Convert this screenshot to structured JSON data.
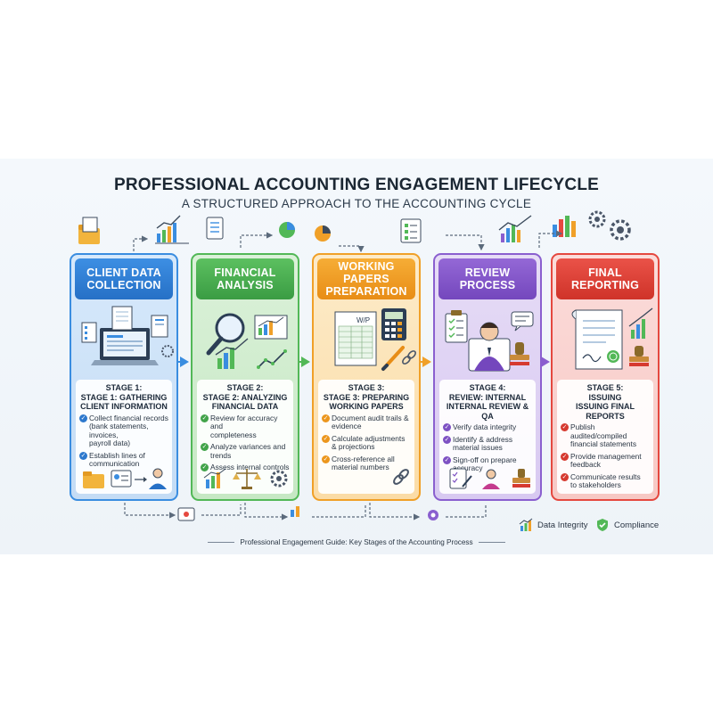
{
  "header": {
    "title": "PROFESSIONAL ACCOUNTING ENGAGEMENT LIFECYCLE",
    "subtitle": "A STRUCTURED APPROACH TO THE ACCOUNTING CYCLE"
  },
  "stages": [
    {
      "heading": "CLIENT DATA\nCOLLECTION",
      "stage_title": "STAGE 1:\nSTAGE 1: GATHERING\nCLIENT INFORMATION",
      "bullets": [
        "Collect financial records\n(bank statements, invoices,\npayroll data)",
        "Establish lines of\ncommunication"
      ]
    },
    {
      "heading": "FINANCIAL\nANALYSIS",
      "stage_title": "STAGE 2:\nSTAGE 2: ANALYZING\nFINANCIAL DATA",
      "bullets": [
        "Review for accuracy and\ncompleteness",
        "Analyze variances and\ntrends",
        "Assess internal controls"
      ]
    },
    {
      "heading": "WORKING PAPERS\nPREPARATION",
      "stage_title": "STAGE 3:\nSTAGE 3: PREPARING\nWORKING PAPERS",
      "bullets": [
        "Document audit trails &\nevidence",
        "Calculate adjustments\n& projections",
        "Cross-reference all\nmaterial numbers"
      ]
    },
    {
      "heading": "REVIEW\nPROCESS",
      "stage_title": "STAGE 4:\nREVIEW: INTERNAL\nINTERNAL REVIEW & QA",
      "bullets": [
        "Verify data integrity",
        "Identify & address\nmaterial issues",
        "Sign-off on prepare\naccuracy"
      ]
    },
    {
      "heading": "FINAL\nREPORTING",
      "stage_title": "STAGE 5:\nISSUING\nISSUING FINAL REPORTS",
      "bullets": [
        "Publish audited/compiled\nfinancial statements",
        "Provide management\nfeedback",
        "Communicate results\nto stakeholders"
      ]
    }
  ],
  "paper_label": "W/P",
  "legend": {
    "data_integrity": "Data Integrity",
    "compliance": "Compliance"
  },
  "footer": "Professional Engagement Guide: Key Stages of the Accounting Process",
  "colors": {
    "blue": "#3a8de0",
    "green": "#52b857",
    "orange": "#f0a028",
    "purple": "#8a5fcf",
    "red": "#e5483f"
  }
}
